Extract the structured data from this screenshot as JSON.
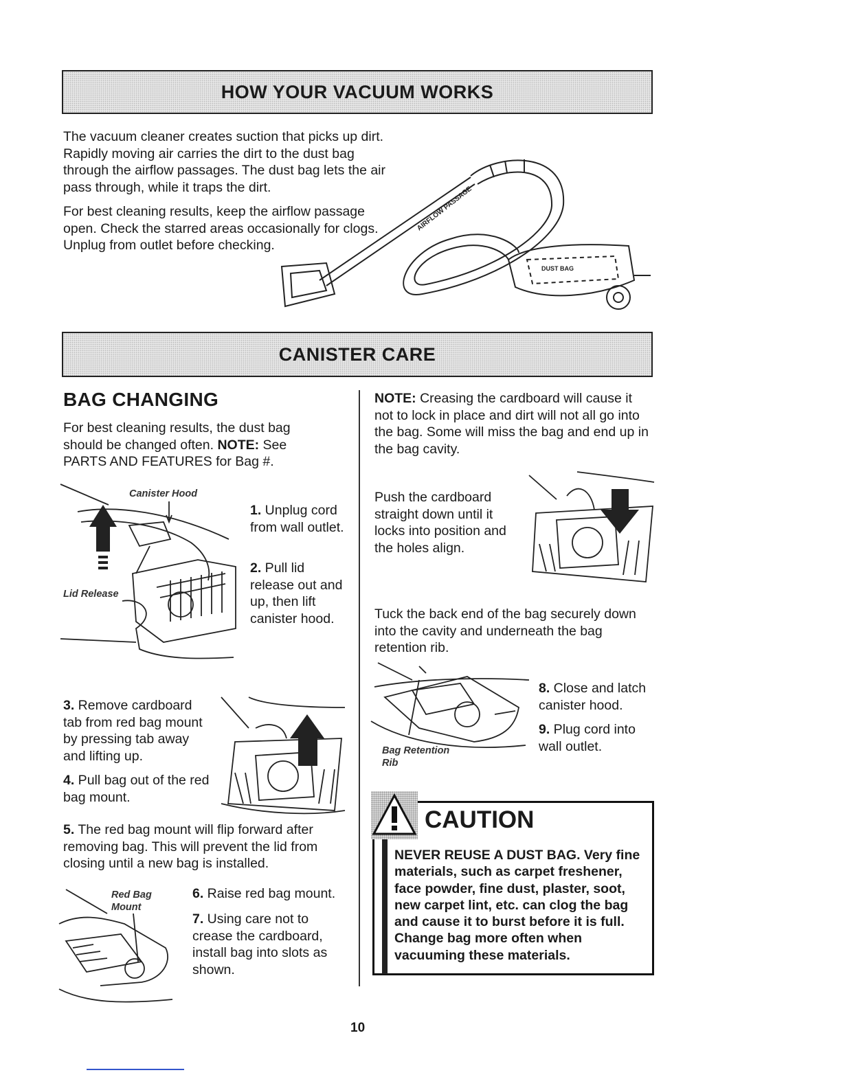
{
  "header_banner": {
    "title": "HOW YOUR VACUUM WORKS"
  },
  "intro": {
    "para1": "The vacuum cleaner creates suction that picks up dirt. Rapidly moving air carries the dirt to the dust bag through the airflow passages. The dust bag lets the air pass through, while it traps the dirt.",
    "para2": "For best cleaning results, keep the airflow passage open. Check the starred areas occasionally for clogs. Unplug from outlet before checking."
  },
  "vacuum_figure": {
    "label_passage": "AIRFLOW PASSAGE",
    "label_bag": "DUST BAG",
    "icon": "vacuum-illustration"
  },
  "care_banner": {
    "title": "CANISTER CARE"
  },
  "bag_changing": {
    "heading": "BAG CHANGING",
    "intro_a": "For best cleaning results, the dust bag should be changed often. ",
    "intro_note": "NOTE:",
    "intro_b": " See PARTS AND FEATURES for Bag #.",
    "caption_hood": "Canister Hood",
    "caption_lid": "Lid Release",
    "step1_num": "1.",
    "step1": " Unplug cord from wall outlet.",
    "step2_num": "2.",
    "step2": " Pull lid release out and up, then lift canister hood.",
    "step3_num": "3.",
    "step3": " Remove cardboard tab from red bag mount by pressing tab away and lifting up.",
    "step4_num": "4.",
    "step4": " Pull bag out of the red bag mount.",
    "step5_num": "5.",
    "step5": " The red bag mount will flip forward after removing bag. This will prevent the lid from closing until a new bag is installed.",
    "caption_mount": "Red Bag Mount",
    "step6_num": "6.",
    "step6": " Raise red bag mount.",
    "step7_num": "7.",
    "step7": " Using care not to crease the cardboard, install bag into slots as shown."
  },
  "right_column": {
    "note_label": "NOTE:",
    "note_text": " Creasing the cardboard will cause it not to lock in place and dirt will not all go into the bag. Some will miss the bag and end up in the bag cavity.",
    "push_text": "Push the cardboard straight down until it locks into position and the holes align.",
    "tuck_text": "Tuck the back end of the bag securely down into the cavity and underneath the bag retention rib.",
    "caption_rib": "Bag Retention Rib",
    "step8_num": "8.",
    "step8": " Close and latch canister hood.",
    "step9_num": "9.",
    "step9": " Plug cord into wall outlet."
  },
  "caution": {
    "icon": "warning-triangle-icon",
    "title": "CAUTION",
    "text": "NEVER REUSE A DUST BAG. Very fine materials, such as carpet freshener, face powder, fine dust, plaster, soot, new carpet lint, etc. can clog the bag and cause it to burst before it is full. Change bag more often when vacuuming these materials."
  },
  "page_number": "10"
}
